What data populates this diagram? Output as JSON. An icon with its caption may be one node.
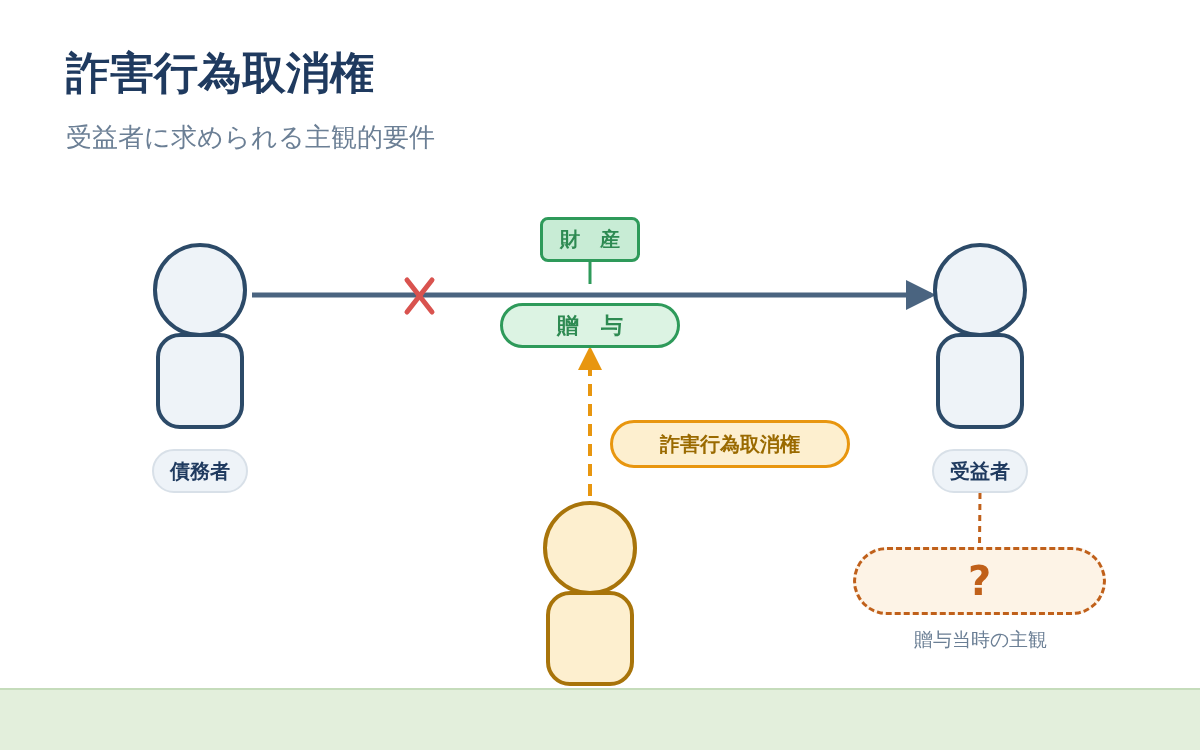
{
  "diagram": {
    "title": "詐害行為取消権",
    "nodes": [
      {
        "text": [],
        "shape": "person"
      },
      {
        "text": [
          "債務者"
        ]
      },
      {
        "text": [
          "財　産"
        ]
      },
      {
        "text": [
          "贈　与"
        ]
      },
      {
        "text": [],
        "shape": "person"
      },
      {
        "text": [
          "受益者"
        ]
      },
      {
        "text": [
          "詐害行為取消権"
        ]
      },
      {
        "text": [],
        "shape": "person"
      },
      {
        "text": [
          "?"
        ],
        "beside": [
          "贈与当時の主観"
        ]
      }
    ],
    "edges": [
      {
        "from": 0,
        "to": 4,
        "arrow": "to"
      },
      {
        "from": 2,
        "to": null,
        "arrow": "none",
        "color": "#2e9a5a"
      },
      {
        "from": 7,
        "to": 3,
        "arrow": "to",
        "style": "dashed",
        "color": "#e8960f"
      },
      {
        "from": 5,
        "to": 8,
        "arrow": "none",
        "style": "dashed",
        "color": "#c0601a"
      }
    ],
    "labels": [
      "受益者に求められる主観的要件"
    ]
  }
}
